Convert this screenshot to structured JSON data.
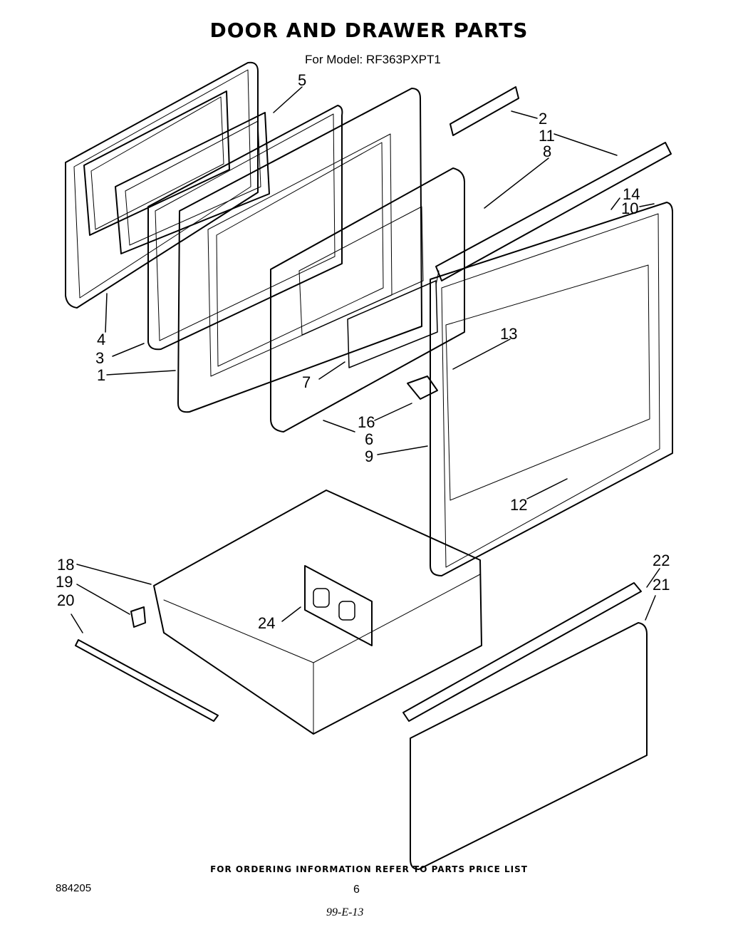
{
  "header": {
    "title": "DOOR AND DRAWER PARTS",
    "model": "For Model: RF363PXPT1"
  },
  "callouts": [
    "1",
    "2",
    "3",
    "4",
    "5",
    "6",
    "7",
    "8",
    "9",
    "10",
    "11",
    "12",
    "13",
    "14",
    "16",
    "18",
    "19",
    "20",
    "21",
    "22",
    "24"
  ],
  "footer": {
    "ordering_note": "FOR ORDERING INFORMATION REFER TO PARTS PRICE LIST",
    "doc_number": "884205",
    "page_number": "6",
    "handwritten_note": "99-E-13"
  }
}
